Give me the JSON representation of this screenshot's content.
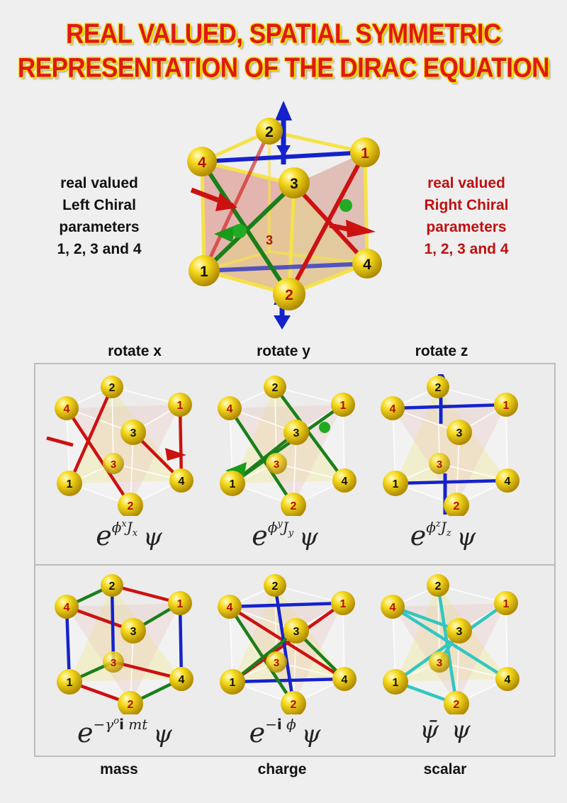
{
  "title": {
    "line1": "REAL VALUED, SPATIAL SYMMETRIC",
    "line2": "REPRESENTATION OF THE DIRAC EQUATION"
  },
  "left_label": [
    "real valued",
    "Left Chiral",
    "parameters",
    "1, 2, 3 and 4"
  ],
  "right_label": [
    "real valued",
    "Right Chiral",
    "parameters",
    "1, 2, 3 and 4"
  ],
  "main_cube": {
    "vertices": {
      "top_back": "2",
      "top_left": "4",
      "top_front": "3",
      "top_right": "1",
      "bottom_left": "1",
      "bottom_front": "2",
      "bottom_right": "4",
      "center_label": "3"
    }
  },
  "columns": {
    "top": [
      "rotate x",
      "rotate y",
      "rotate z"
    ],
    "bottom": [
      "mass",
      "charge",
      "scalar"
    ]
  },
  "cube_labels": {
    "top_back": "2",
    "top_left": "4",
    "top_front": "3",
    "top_right": "1",
    "bottom_left": "1",
    "bottom_front": "2",
    "bottom_right": "4",
    "center": "3"
  },
  "formulas": {
    "rx": {
      "base": "e",
      "exp": "ϕ",
      "exp_sup": "x",
      "op": "J",
      "op_sub": "x",
      "psi": "ψ"
    },
    "ry": {
      "base": "e",
      "exp": "ϕ",
      "exp_sup": "y",
      "op": "J",
      "op_sub": "y",
      "psi": "ψ"
    },
    "rz": {
      "base": "e",
      "exp": "ϕ",
      "exp_sup": "z",
      "op": "J",
      "op_sub": "z",
      "psi": "ψ"
    },
    "mass": {
      "base": "e",
      "exp_a": "−γ",
      "exp_a_sup": "o",
      "exp_i": "i",
      "exp_b": "mt",
      "psi": "ψ"
    },
    "charge": {
      "base": "e",
      "exp_a": "−",
      "exp_i": "i",
      "exp_b": "ϕ",
      "psi": "ψ"
    },
    "scalar": {
      "psibar": "ψ̄",
      "psi": "ψ"
    }
  },
  "colors": {
    "title_red": "#e01818",
    "title_yellow": "#f3e000",
    "right_text": "#c01010",
    "ball_yellow": "#f2d400",
    "edge_yellow": "#f5e24a",
    "edge_red": "#cc1111",
    "edge_green": "#1a7f1a",
    "edge_blue": "#1522cc",
    "edge_cyan": "#33c6c0"
  }
}
